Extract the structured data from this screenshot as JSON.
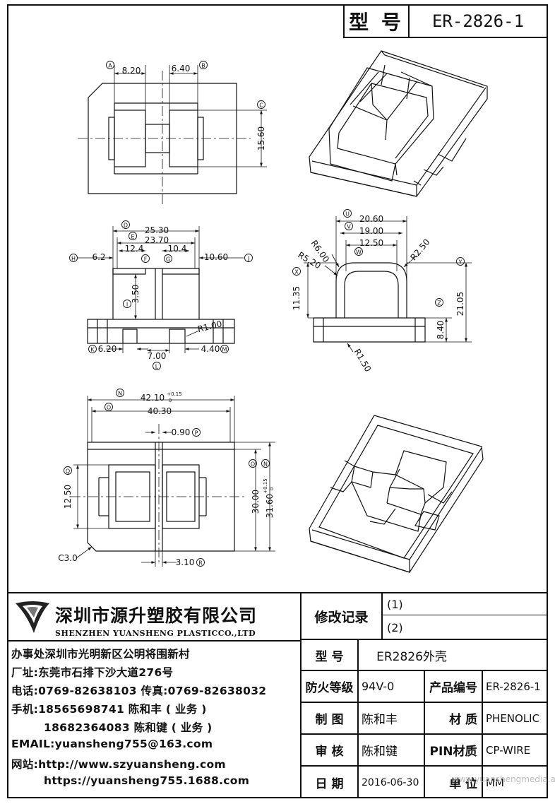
{
  "header": {
    "model_label": "型 号",
    "model_value": "ER-2826-1"
  },
  "dims": {
    "A": "A",
    "B": "B",
    "C": "C",
    "D": "D",
    "E": "E",
    "F": "F",
    "G": "G",
    "H": "H",
    "I": "I",
    "J": "J",
    "K": "K",
    "L": "L",
    "M": "M",
    "N": "N",
    "O": "O",
    "P": "P",
    "Q": "Q",
    "R": "R",
    "U": "U",
    "V": "V",
    "W": "W",
    "X": "X",
    "Y": "Y",
    "Z": "Z",
    "top_a": "8.20",
    "top_b": "6.40",
    "top_c": "15.60",
    "f_d": "25.30",
    "f_e": "23.70",
    "f_e2": "12.4",
    "f_g2": "10.4",
    "f_h": "6.2",
    "f_j": "10.60",
    "f_i": "3.50",
    "f_r1": "R1.00",
    "f_k": "6.20",
    "f_l": "7.00",
    "f_m": "4.40",
    "s_u": "20.60",
    "s_v": "19.00",
    "s_w": "12.50",
    "s_r6": "R6.00",
    "s_r5": "R5.20",
    "s_r25": "R2.50",
    "s_x": "11.35",
    "s_y": "21.05",
    "s_z": "8.40",
    "s_r15": "R1.50",
    "b_n": "42.10",
    "b_n_tol": "+0.15",
    "b_n_tol0": "0",
    "b_o": "40.30",
    "b_p": "0.90",
    "b_q": "12.50",
    "b_30": "30.00",
    "b_31": "31.60",
    "b_31_tol": "+0.15",
    "b_31_tol0": "0",
    "b_c3": "C3.0",
    "b_r": "3.10"
  },
  "company": {
    "name_cn": "深圳市源升塑胶有限公司",
    "name_en": "SHENZHEN YUANSHENG PLASTICCO.,LTD",
    "office": "办事处深圳市光明新区公明将围新村",
    "factory": "厂址:东莞市石排下沙大道276号",
    "phone": "电话:0769-82638103 传真:0769-82638032",
    "mobile1": "手机:18565698741 陈和丰 ( 业务 )",
    "mobile2": "18682364083 陈和键 ( 业务 )",
    "email": "EMAIL:yuansheng755@163.com",
    "web1": "网站:http://www.szyuansheng.com",
    "web2": "https://yuansheng755.1688.com"
  },
  "table": {
    "revision_label": "修改记录",
    "rev1": "(1)",
    "rev2": "(2)",
    "model_label": "型 号",
    "model_value": "ER2826外壳",
    "fire_label": "防火等级",
    "fire_value": "94V-0",
    "product_no_label": "产品编号",
    "product_no_value": "ER-2826-1",
    "drawn_label": "制 图",
    "drawn_value": "陈和丰",
    "material_label": "材 质",
    "material_value": "PHENOLIC",
    "review_label": "审 核",
    "review_value": "陈和键",
    "pin_label": "PIN材质",
    "pin_value": "CP-WIRE",
    "date_label": "日 期",
    "date_value": "2016-06-30",
    "unit_label": "单 位",
    "unit_value": "MM"
  },
  "watermark": "www.yuanshengmedia.asia"
}
